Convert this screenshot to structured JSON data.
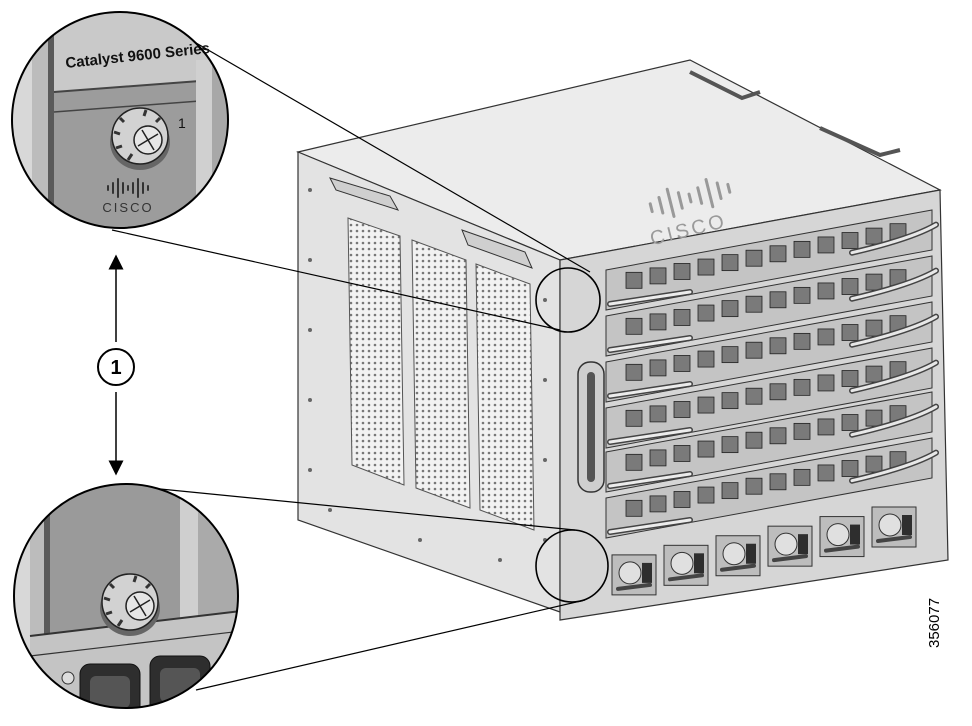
{
  "figure": {
    "id_number": "356077",
    "callout": "1",
    "chassis_label": "Catalyst 9600 Series",
    "zoom_number": "1",
    "brand": "CISCO"
  },
  "colors": {
    "outline": "#1a1a1a",
    "chassis_light": "#e6e6e6",
    "chassis_mid": "#cfcfcf",
    "chassis_dark": "#8c8c8c",
    "slot_face": "#bdbdbd",
    "zoom_bg": "#9a9a9a"
  },
  "icons": [
    "thumbscrew-icon",
    "cisco-logo-icon",
    "double-arrow-icon"
  ]
}
